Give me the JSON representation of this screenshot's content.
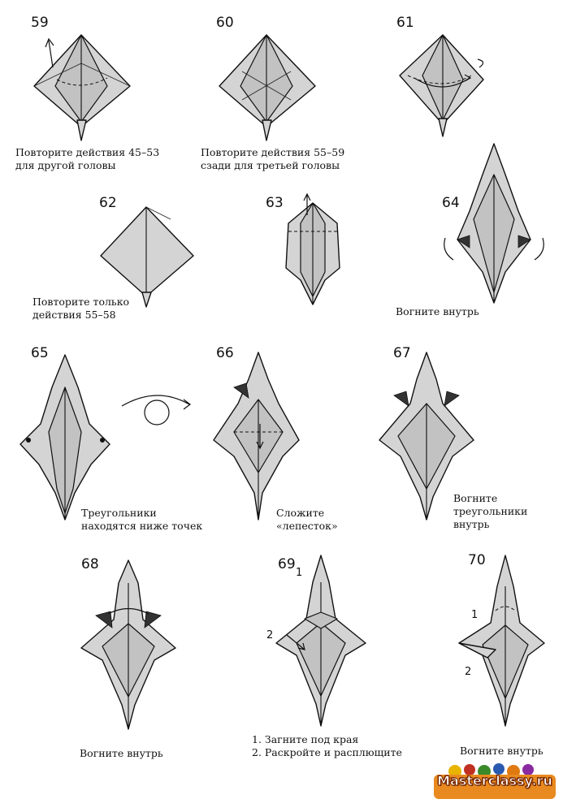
{
  "steps": [
    {
      "number": "59",
      "caption": "Повторите действия 45–53\nдля другой головы"
    },
    {
      "number": "60",
      "caption": "Повторите действия 55–59\nсзади для третьей головы"
    },
    {
      "number": "61",
      "caption": ""
    },
    {
      "number": "62",
      "caption": "Повторите только\nдействия 55–58"
    },
    {
      "number": "63",
      "caption": ""
    },
    {
      "number": "64",
      "caption": "Вогните внутрь"
    },
    {
      "number": "65",
      "caption": "Треугольники\nнаходятся ниже точек"
    },
    {
      "number": "66",
      "caption": "Сложите\n«лепесток»"
    },
    {
      "number": "67",
      "caption": "Вогните\nтреугольники\nвнутрь"
    },
    {
      "number": "68",
      "caption": "Вогните внутрь"
    },
    {
      "number": "69",
      "caption": "1. Загните под края\n2. Раскройте и расплющите",
      "markers": [
        "1",
        "2"
      ]
    },
    {
      "number": "70",
      "caption": "Вогните внутрь",
      "markers": [
        "1",
        "2"
      ]
    }
  ],
  "watermark": {
    "text": "Masterclassy.ru",
    "icon": "craft-logo-icon"
  },
  "colors": {
    "paper": "#d4d4d4",
    "ink": "#111111"
  }
}
